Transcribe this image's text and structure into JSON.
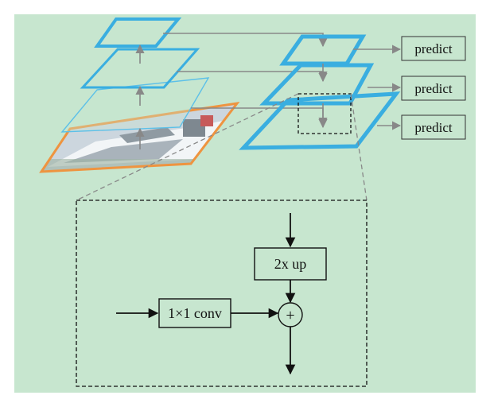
{
  "colors": {
    "background": "#c7e6cf",
    "pyramid_thick": "#3aaee0",
    "pyramid_thin": "#5cc0e8",
    "image_border": "#ee9440",
    "arrow_gray": "#888888",
    "stroke_dark": "#111111"
  },
  "outputs": [
    {
      "label": "predict"
    },
    {
      "label": "predict"
    },
    {
      "label": "predict"
    }
  ],
  "detail": {
    "upsample_label": "2x up",
    "conv_label": "1×1 conv",
    "merge_symbol": "+"
  }
}
